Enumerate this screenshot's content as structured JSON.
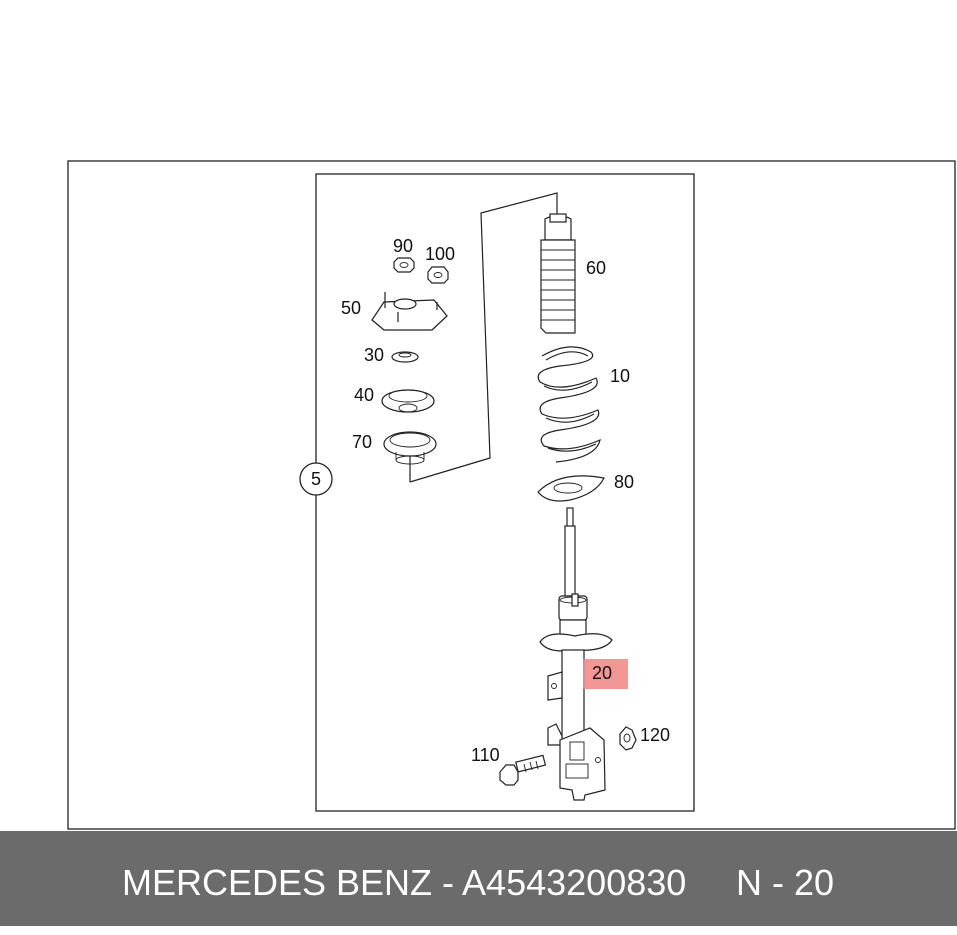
{
  "diagram": {
    "callouts": {
      "c5": "5",
      "c90": "90",
      "c100": "100",
      "c50": "50",
      "c30": "30",
      "c40": "40",
      "c70": "70",
      "c60": "60",
      "c10": "10",
      "c80": "80",
      "c20": "20",
      "c110": "110",
      "c120": "120"
    },
    "highlight_color": "#f28b8b",
    "highlighted_callout": "20"
  },
  "footer": {
    "brand_part": "MERCEDES BENZ - A4543200830",
    "position": "N - 20",
    "background": "#6b6b6b"
  }
}
